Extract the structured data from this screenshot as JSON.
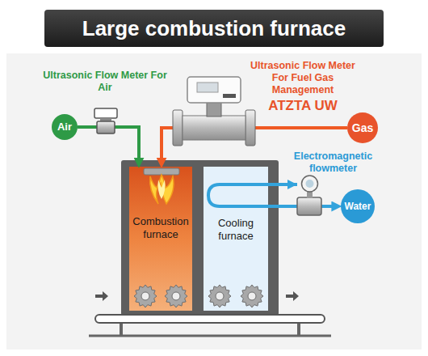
{
  "diagram": {
    "title": "Large combustion furnace",
    "nodes": [
      {
        "text": [
          "Air"
        ]
      },
      {
        "text": [
          "Gas"
        ]
      },
      {
        "text": [
          "Water"
        ]
      },
      {
        "text": [
          "Combustion furnace"
        ]
      },
      {
        "text": [
          "Cooling furnace"
        ]
      }
    ],
    "edges": [
      {
        "from": 0,
        "to": 3,
        "arrow": "to"
      },
      {
        "from": 1,
        "to": 3,
        "arrow": "to"
      },
      {
        "from": 4,
        "to": 2,
        "arrow": "to"
      }
    ],
    "labels": [
      "Ultrasonic Flow Meter For Air",
      "Ultrasonic Flow Meter For Fuel Gas Management",
      "ATZTA UW",
      "Electromagnetic flowmeter"
    ]
  }
}
